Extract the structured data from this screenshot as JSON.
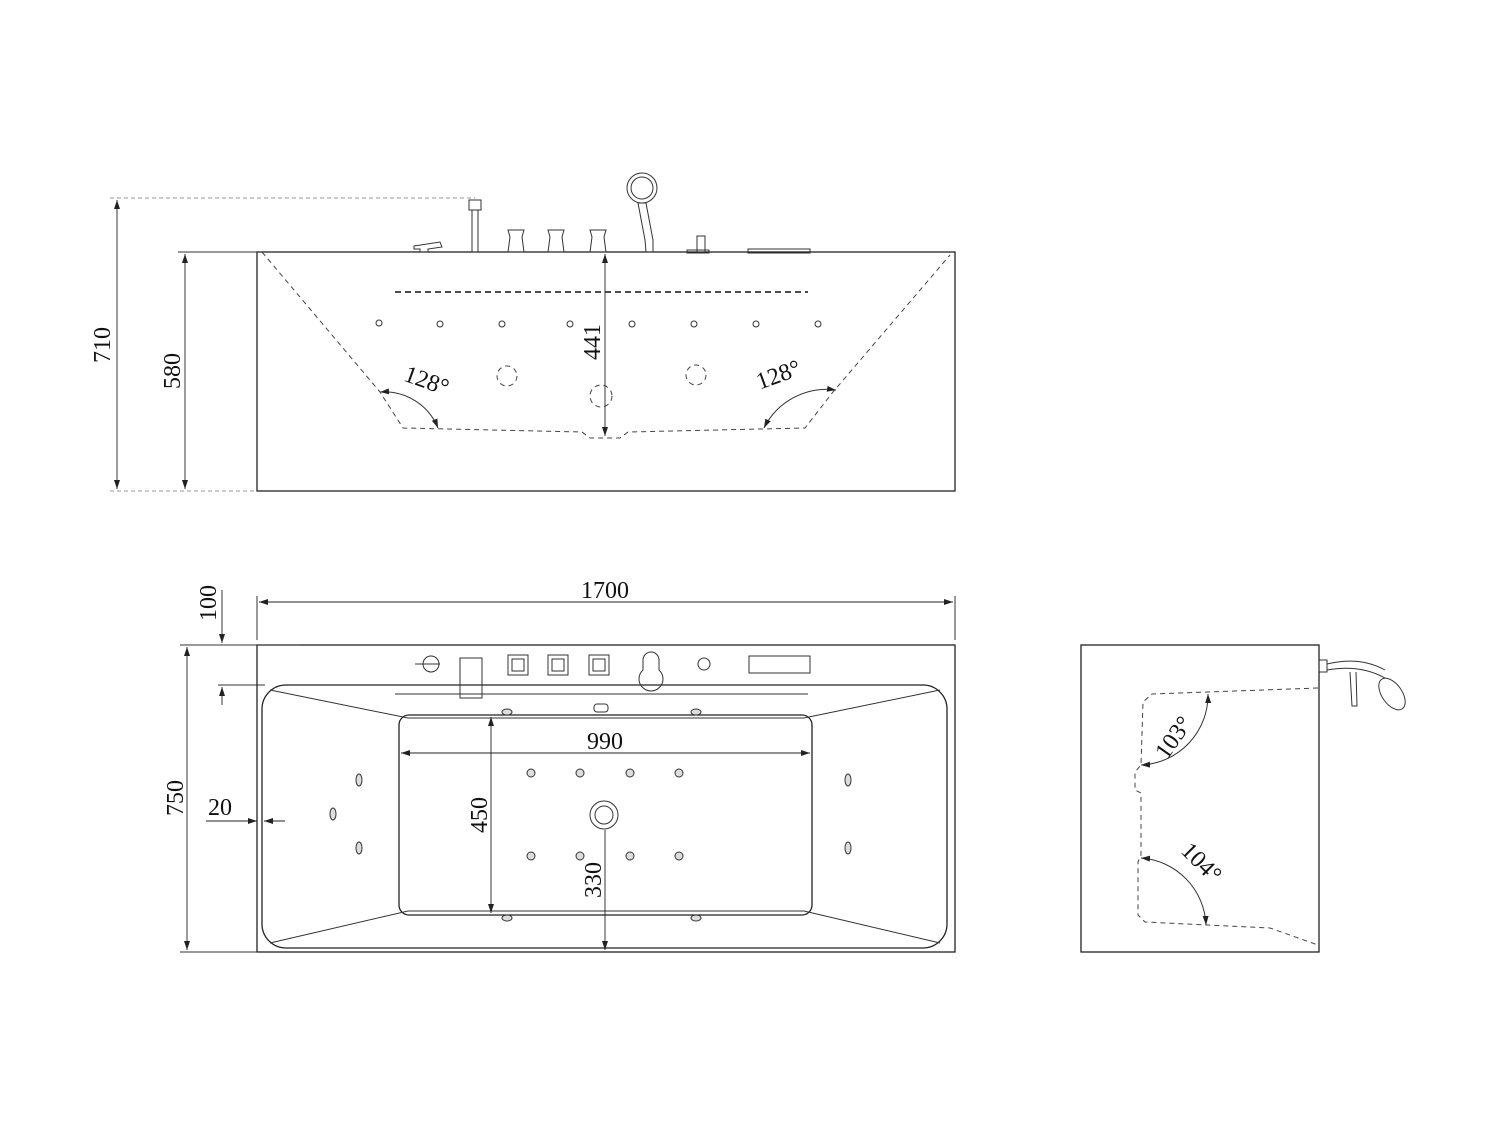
{
  "diagram": {
    "side_view": {
      "total_height": "710",
      "tub_height": "580",
      "water_depth": "441",
      "left_angle": "128°",
      "right_angle": "128°"
    },
    "top_view": {
      "width": "1700",
      "depth": "750",
      "rim_offset": "100",
      "wall_offset": "20",
      "inner_width": "990",
      "inner_depth": "450",
      "drain_offset": "330"
    },
    "end_view": {
      "upper_angle": "103°",
      "lower_angle": "104°"
    }
  }
}
